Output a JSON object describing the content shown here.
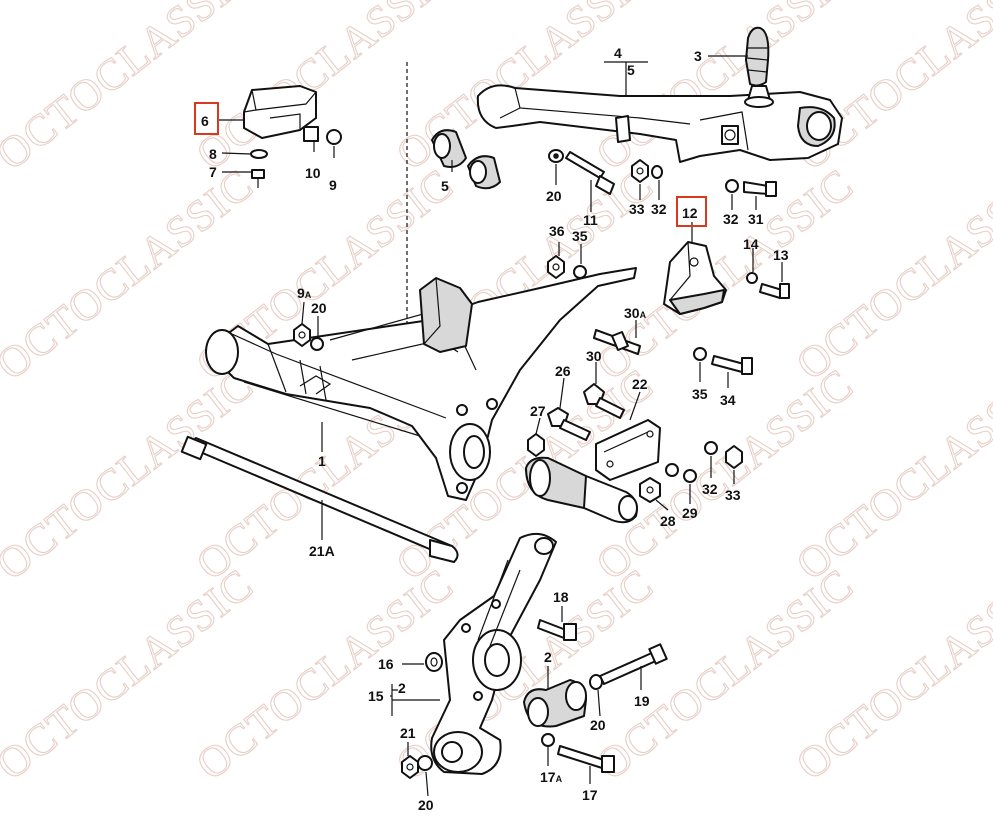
{
  "watermark": "OCTOCLASSIC",
  "colors": {
    "highlight": "#d9391e",
    "watermark": "#e7cfc7",
    "line": "#111111"
  },
  "callouts": {
    "p1": "1",
    "p2": "2",
    "p2b": "2",
    "p3": "3",
    "p4": "4",
    "p5a": "5",
    "p5b": "5",
    "p6": "6",
    "p7": "7",
    "p8": "8",
    "p9": "9",
    "p9a": "9",
    "p9a_sub": "A",
    "p10": "10",
    "p11": "11",
    "p12": "12",
    "p13": "13",
    "p14": "14",
    "p15": "15",
    "p16": "16",
    "p17": "17",
    "p17a": "17",
    "p17a_sub": "A",
    "p18": "18",
    "p19": "19",
    "p20a": "20",
    "p20b": "20",
    "p20c": "20",
    "p20d": "20",
    "p21": "21",
    "p21a": "21A",
    "p22": "22",
    "p26": "26",
    "p27": "27",
    "p28": "28",
    "p29": "29",
    "p30": "30",
    "p30a": "30",
    "p30a_sub": "A",
    "p31": "31",
    "p32a": "32",
    "p32b": "32",
    "p32c": "32",
    "p33a": "33",
    "p33b": "33",
    "p34": "34",
    "p35a": "35",
    "p35b": "35",
    "p36": "36"
  },
  "highlighted": [
    "6",
    "12"
  ]
}
